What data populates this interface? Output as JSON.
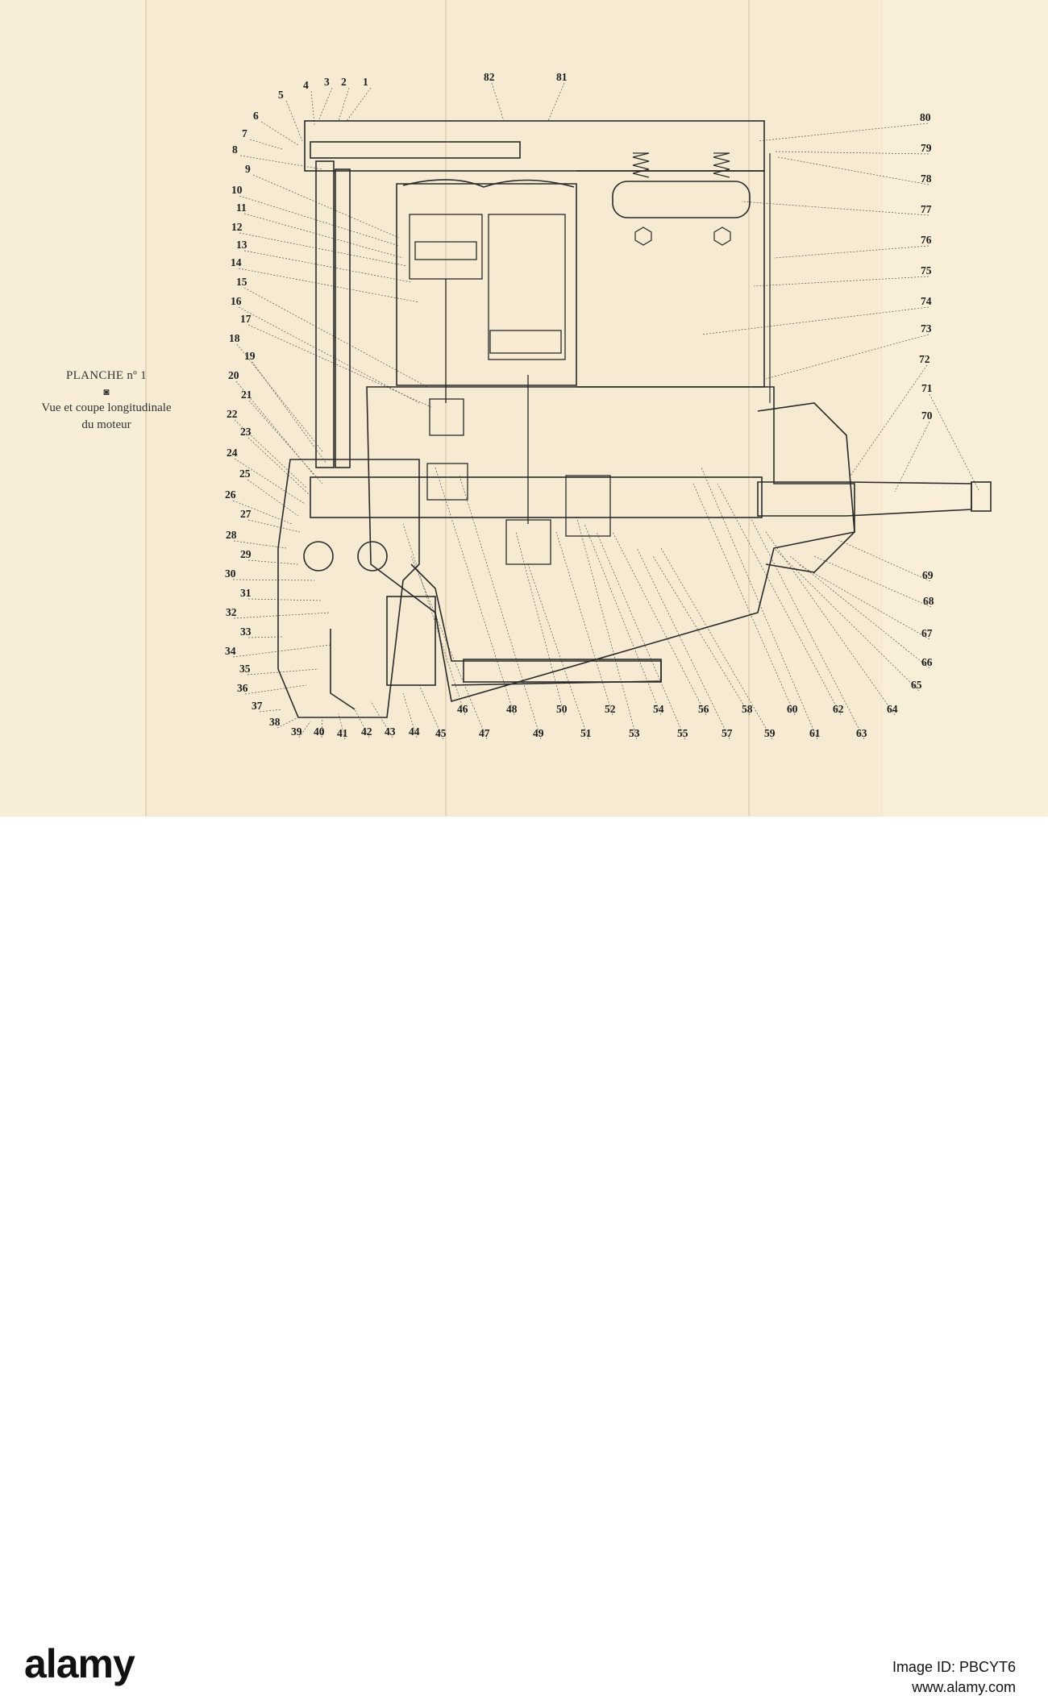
{
  "plate": {
    "title": "PLANCHE nº 1",
    "ornament": "◙",
    "caption_line1": "Vue et coupe longitudinale",
    "caption_line2": "du moteur"
  },
  "callouts": [
    "1",
    "2",
    "3",
    "4",
    "5",
    "6",
    "7",
    "8",
    "9",
    "10",
    "11",
    "12",
    "13",
    "14",
    "15",
    "16",
    "17",
    "18",
    "19",
    "20",
    "21",
    "22",
    "23",
    "24",
    "25",
    "26",
    "27",
    "28",
    "29",
    "30",
    "31",
    "32",
    "33",
    "34",
    "35",
    "36",
    "37",
    "38",
    "39",
    "40",
    "41",
    "42",
    "43",
    "44",
    "45",
    "46",
    "47",
    "48",
    "49",
    "50",
    "51",
    "52",
    "53",
    "54",
    "55",
    "56",
    "57",
    "58",
    "59",
    "60",
    "61",
    "62",
    "63",
    "64",
    "65",
    "66",
    "67",
    "68",
    "69",
    "70",
    "71",
    "72",
    "73",
    "74",
    "75",
    "76",
    "77",
    "78",
    "79",
    "80",
    "81",
    "82"
  ],
  "watermark": {
    "logo": "alamy",
    "image_id": "Image ID: PBCYT6",
    "url": "www.alamy.com"
  },
  "colors": {
    "paper": "#f6ead2",
    "ink": "#2a2a2a"
  }
}
